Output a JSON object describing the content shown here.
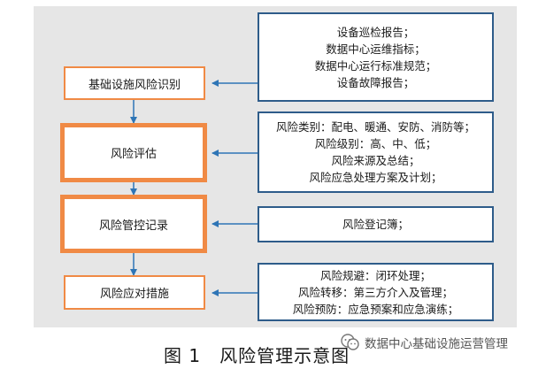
{
  "stages": [
    {
      "label": "基础设施风险识别",
      "emphasis": false
    },
    {
      "label": "风险评估",
      "emphasis": true
    },
    {
      "label": "风险管控记录",
      "emphasis": true
    },
    {
      "label": "风险应对措施",
      "emphasis": false
    }
  ],
  "details": [
    {
      "lines": [
        "设备巡检报告；",
        "数据中心运维指标；",
        "数据中心运行标准规范；",
        "设备故障报告；"
      ]
    },
    {
      "lines": [
        "风险类别：配电、暖通、安防、消防等；",
        "风险级别：高、中、低；",
        "风险来源及总结；",
        "风险应急处理方案及计划；"
      ]
    },
    {
      "lines": [
        "风险登记簿；"
      ]
    },
    {
      "lines": [
        "风险规避：闭环处理；",
        "风险转移：第三方介入及管理；",
        "风险预防：应急预案和应急演练；"
      ]
    }
  ],
  "caption": "图 1　风险管理示意图",
  "watermark": "数据中心基础设施运营管理",
  "colors": {
    "stage_border": "#f08a45",
    "detail_border": "#2e5c8a",
    "arrow": "#2e75b6",
    "panel_background": "#e6e6e6"
  }
}
